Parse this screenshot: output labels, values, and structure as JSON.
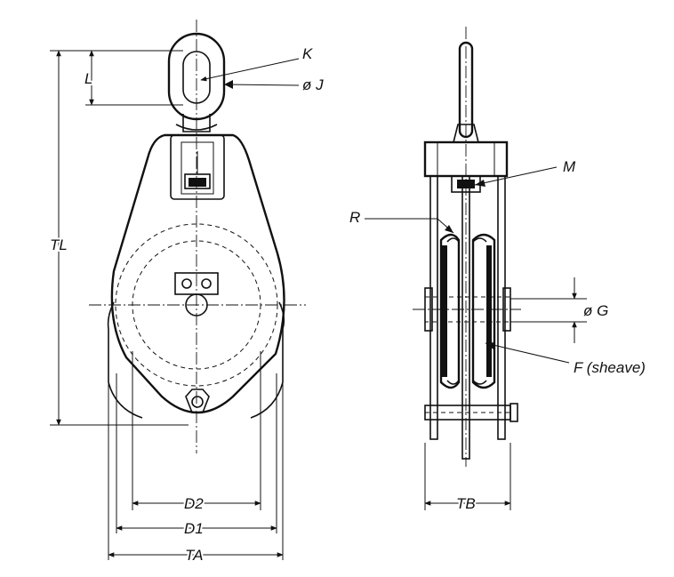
{
  "diagram": {
    "labels": {
      "K": "K",
      "J": "ø J",
      "L": "L",
      "TL": "TL",
      "M": "M",
      "R": "R",
      "G": "ø G",
      "F": "F (sheave)",
      "D2": "D2",
      "D1": "D1",
      "TA": "TA",
      "TB": "TB"
    }
  }
}
